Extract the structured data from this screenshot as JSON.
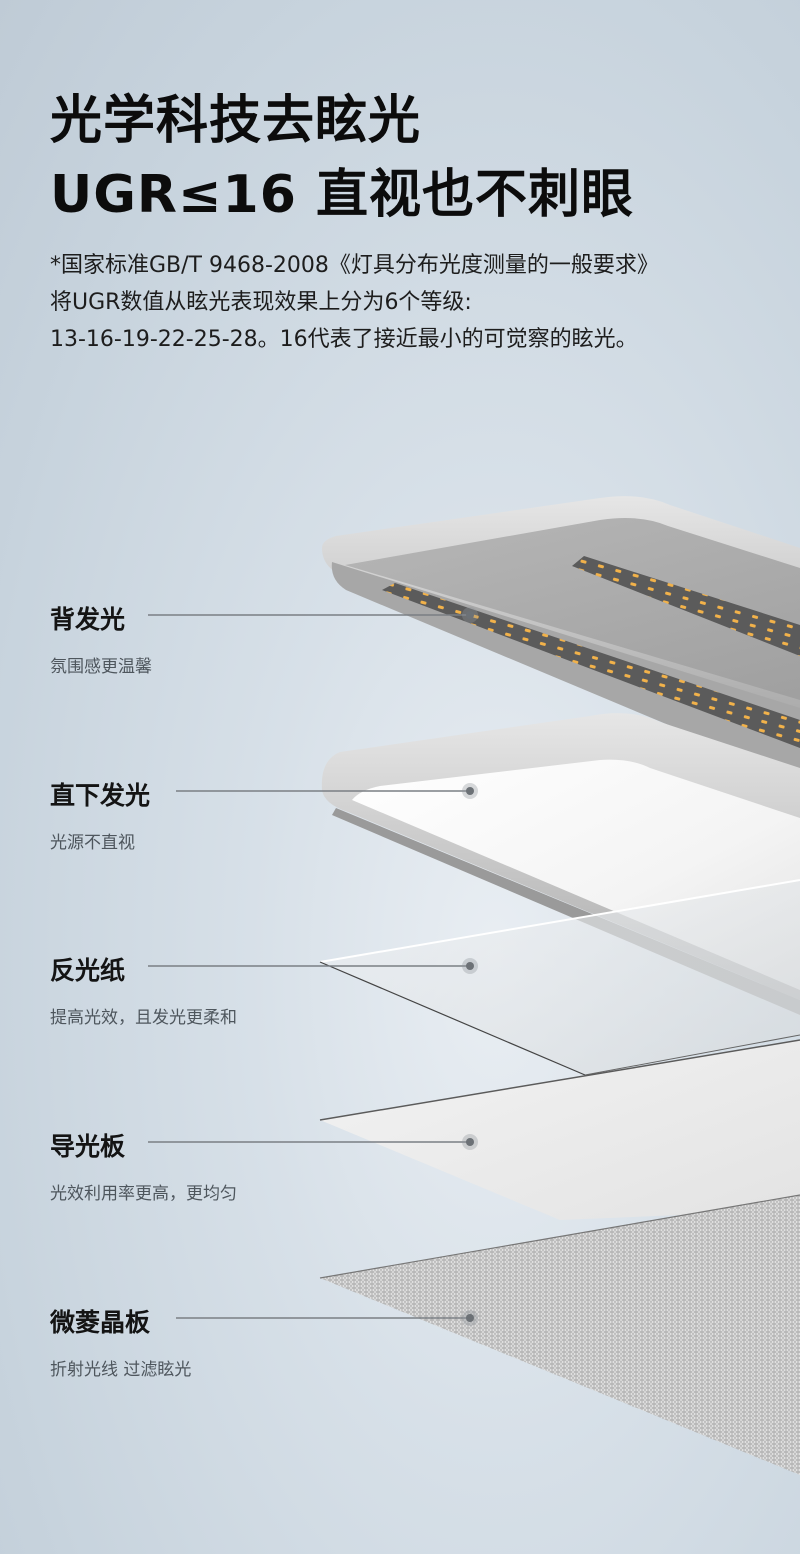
{
  "headline": {
    "line1": "光学科技去眩光",
    "line2": "UGR≤16 直视也不刺眼"
  },
  "intro": {
    "line1": "*国家标准GB/T 9468-2008《灯具分布光度测量的一般要求》",
    "line2": "将UGR数值从眩光表现效果上分为6个等级:",
    "line3": "13-16-19-22-25-28。16代表了接近最小的可觉察的眩光。"
  },
  "layers": [
    {
      "name": "背发光",
      "desc": "氛围感更温馨"
    },
    {
      "name": "直下发光",
      "desc": "光源不直视"
    },
    {
      "name": "反光纸",
      "desc": "提高光效，且发光更柔和"
    },
    {
      "name": "导光板",
      "desc": "光效利用率更高，更均匀"
    },
    {
      "name": "微菱晶板",
      "desc": "折射光线 过滤眩光"
    }
  ],
  "colors": {
    "led": "#f2b24a",
    "housing": "#c9c9c9",
    "leader_line": "#7a7f84"
  }
}
